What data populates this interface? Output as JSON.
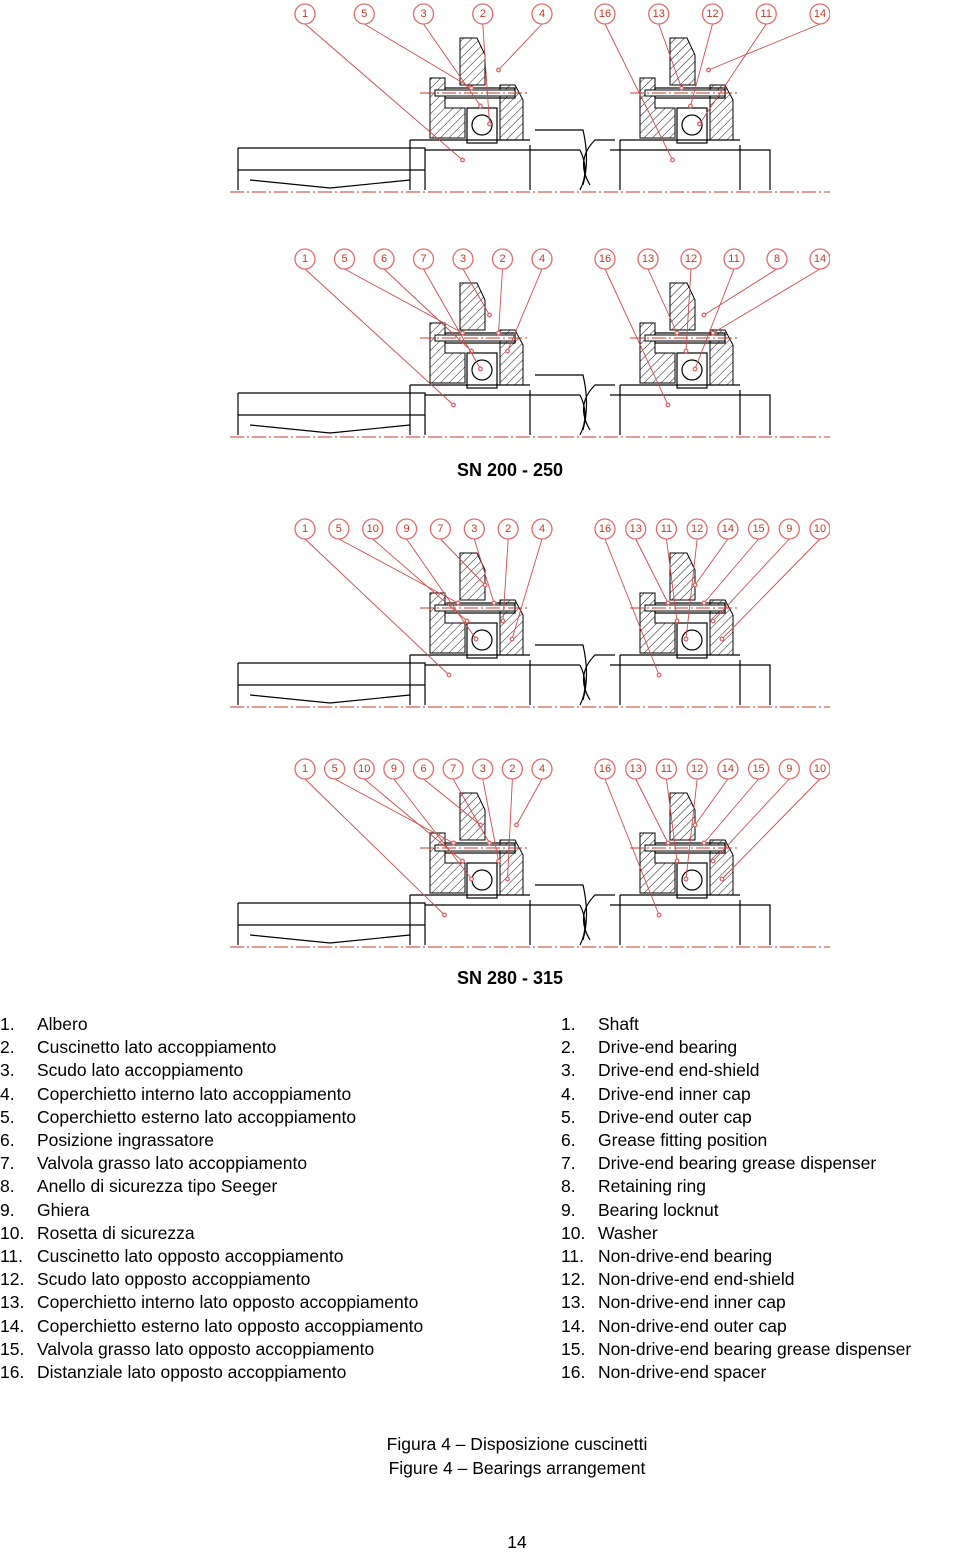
{
  "drawings": [
    {
      "callouts_de": [
        "1",
        "5",
        "3",
        "2",
        "4"
      ],
      "callouts_nde": [
        "16",
        "13",
        "12",
        "11",
        "14"
      ]
    },
    {
      "callouts_de": [
        "1",
        "5",
        "6",
        "7",
        "3",
        "2",
        "4"
      ],
      "callouts_nde": [
        "16",
        "13",
        "12",
        "11",
        "8",
        "14"
      ]
    },
    {
      "callouts_de": [
        "1",
        "5",
        "10",
        "9",
        "7",
        "3",
        "2",
        "4"
      ],
      "callouts_nde": [
        "16",
        "13",
        "11",
        "12",
        "14",
        "15",
        "9",
        "10"
      ]
    },
    {
      "callouts_de": [
        "1",
        "5",
        "10",
        "9",
        "6",
        "7",
        "3",
        "2",
        "4"
      ],
      "callouts_nde": [
        "16",
        "13",
        "11",
        "12",
        "14",
        "15",
        "9",
        "10"
      ]
    }
  ],
  "series_labels": [
    "SN 200 - 250",
    "SN 280 - 315"
  ],
  "legend_it": [
    {
      "n": "1.",
      "t": "Albero"
    },
    {
      "n": "2.",
      "t": "Cuscinetto lato accoppiamento"
    },
    {
      "n": "3.",
      "t": "Scudo lato accoppiamento"
    },
    {
      "n": "4.",
      "t": "Coperchietto interno lato accoppiamento"
    },
    {
      "n": "5.",
      "t": "Coperchietto esterno lato accoppiamento"
    },
    {
      "n": "6.",
      "t": "Posizione ingrassatore"
    },
    {
      "n": "7.",
      "t": "Valvola grasso lato accoppiamento"
    },
    {
      "n": "8.",
      "t": "Anello di sicurezza tipo Seeger"
    },
    {
      "n": "9.",
      "t": "Ghiera"
    },
    {
      "n": "10.",
      "t": "Rosetta di sicurezza"
    },
    {
      "n": "11.",
      "t": "Cuscinetto lato opposto accoppiamento"
    },
    {
      "n": "12.",
      "t": "Scudo lato opposto accoppiamento"
    },
    {
      "n": "13.",
      "t": "Coperchietto interno lato opposto accoppiamento"
    },
    {
      "n": "14.",
      "t": "Coperchietto esterno lato opposto accoppiamento"
    },
    {
      "n": "15.",
      "t": "Valvola grasso lato opposto accoppiamento"
    },
    {
      "n": "16.",
      "t": "Distanziale lato opposto accoppiamento"
    }
  ],
  "legend_en": [
    {
      "n": "1.",
      "t": "Shaft"
    },
    {
      "n": "2.",
      "t": "Drive-end bearing"
    },
    {
      "n": "3.",
      "t": "Drive-end end-shield"
    },
    {
      "n": "4.",
      "t": "Drive-end inner cap"
    },
    {
      "n": "5.",
      "t": "Drive-end outer cap"
    },
    {
      "n": "6.",
      "t": "Grease fitting position"
    },
    {
      "n": "7.",
      "t": "Drive-end bearing grease dispenser"
    },
    {
      "n": "8.",
      "t": "Retaining ring"
    },
    {
      "n": "9.",
      "t": "Bearing locknut"
    },
    {
      "n": "10.",
      "t": "Washer"
    },
    {
      "n": "11.",
      "t": "Non-drive-end bearing"
    },
    {
      "n": "12.",
      "t": "Non-drive-end end-shield"
    },
    {
      "n": "13.",
      "t": "Non-drive-end inner cap"
    },
    {
      "n": "14.",
      "t": "Non-drive-end outer cap"
    },
    {
      "n": "15.",
      "t": "Non-drive-end bearing grease dispenser"
    },
    {
      "n": "16.",
      "t": "Non-drive-end spacer"
    }
  ],
  "caption": {
    "line_it": "Figura 4 – Disposizione cuscinetti",
    "line_en": "Figure 4 – Bearings arrangement"
  },
  "page_number": "14",
  "colors": {
    "callout": "#c0392b",
    "line": "#000000"
  }
}
